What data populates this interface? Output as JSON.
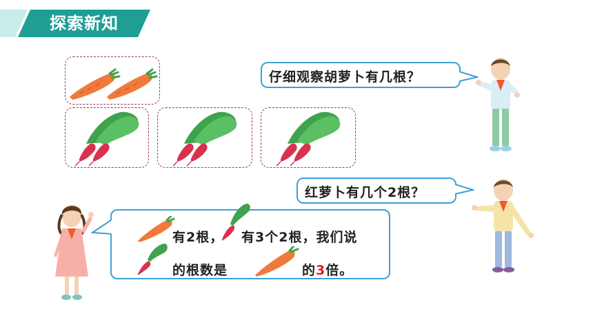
{
  "header": {
    "title": "探索新知"
  },
  "colors": {
    "header_teal": "#1f9e93",
    "header_light": "#c9ece8",
    "bubble_border": "#3aa0d8",
    "dashed_border": "#9c3b5a",
    "carrot_orange": "#f07a3c",
    "radish_red": "#d8324f",
    "leaf_green": "#3fa34d",
    "highlight_red": "#e02020"
  },
  "question_1": {
    "text": "仔细观察胡萝卜有几根？"
  },
  "question_2": {
    "text": "红萝卜有几个2根？"
  },
  "answer": {
    "line1_a": "有2根，",
    "line1_b": "有3个2根，我们说",
    "line2_a": "的根数是",
    "line2_b": "的",
    "line2_num": "3",
    "line2_c": "倍。"
  },
  "groups": {
    "carrot_groups": 1,
    "carrots_per_group": 2,
    "radish_groups": 3,
    "radishes_per_group": 2
  },
  "icons": [
    "carrot-icon",
    "radish-icon",
    "boy-figure",
    "girl-figure"
  ]
}
